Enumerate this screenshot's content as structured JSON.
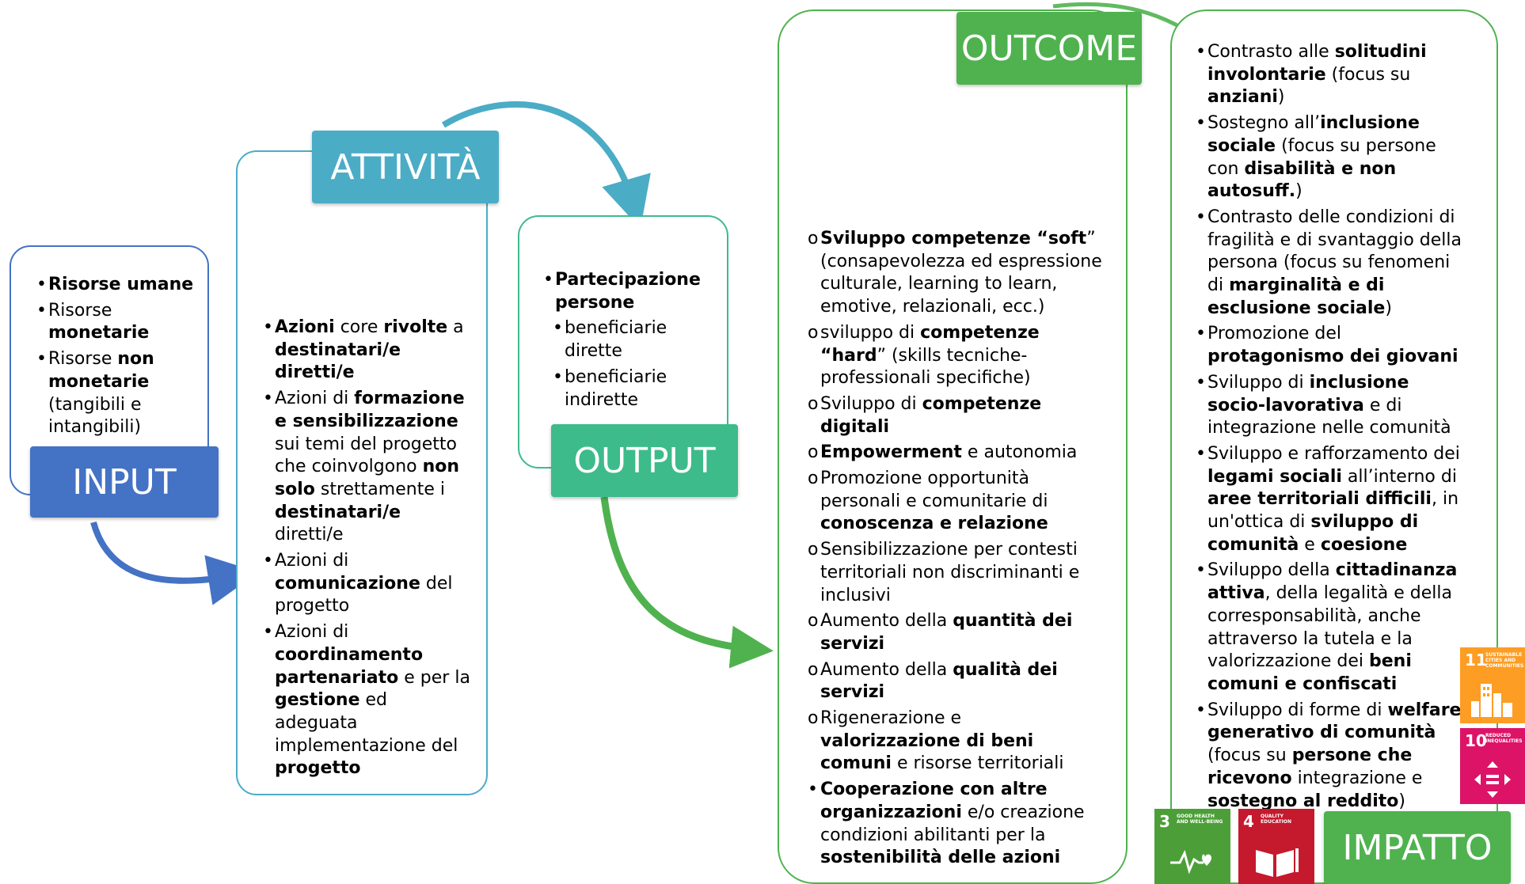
{
  "headers": {
    "input": "INPUT",
    "attivita": "ATTIVITÀ",
    "output": "OUTPUT",
    "outcome": "OUTCOME",
    "impatto": "IMPATTO"
  },
  "colors": {
    "input": "#4472c4",
    "attivita": "#4bacc6",
    "output": "#3dbb8b",
    "outcome": "#4fb24f",
    "impatto": "#4fb24f"
  },
  "input_items": [
    [
      [
        "Risorse umane",
        true
      ]
    ],
    [
      [
        "Risorse ",
        false
      ],
      [
        "monetarie",
        true
      ]
    ],
    [
      [
        "Risorse ",
        false
      ],
      [
        "non monetarie",
        true
      ],
      [
        " (tangibili e intangibili)",
        false
      ]
    ]
  ],
  "attivita_items": [
    [
      [
        "Azioni",
        true
      ],
      [
        " core ",
        false
      ],
      [
        "rivolte",
        true
      ],
      [
        " a ",
        false
      ],
      [
        "destinatari/e diretti/e",
        true
      ]
    ],
    [
      [
        "Azioni di ",
        false
      ],
      [
        "formazione e sensibilizzazione",
        true
      ],
      [
        " sui temi del progetto che coinvolgono ",
        false
      ],
      [
        "non solo",
        true
      ],
      [
        " strettamente i ",
        false
      ],
      [
        "destinatari/e",
        true
      ],
      [
        " diretti/e",
        false
      ]
    ],
    [
      [
        "Azioni di ",
        false
      ],
      [
        "comunicazione",
        true
      ],
      [
        " del progetto",
        false
      ]
    ],
    [
      [
        "Azioni di ",
        false
      ],
      [
        "coordinamento partenariato",
        true
      ],
      [
        " e per la ",
        false
      ],
      [
        "gestione",
        true
      ],
      [
        " ed adeguata implementazione del ",
        false
      ],
      [
        "progetto",
        true
      ]
    ]
  ],
  "output_items": [
    [
      [
        "Partecipazione persone",
        true
      ]
    ]
  ],
  "output_subitems": [
    [
      [
        "beneficiarie dirette",
        false
      ]
    ],
    [
      [
        "beneficiarie indirette",
        false
      ]
    ]
  ],
  "outcome_items": [
    [
      "o",
      [
        [
          "Sviluppo competenze “soft",
          true
        ],
        [
          "” (consapevolezza ed espressione culturale, learning to learn, emotive, relazionali, ecc.)",
          false
        ]
      ]
    ],
    [
      "o",
      [
        [
          "sviluppo di ",
          false
        ],
        [
          "competenze “hard",
          true
        ],
        [
          "” (skills tecniche-professionali specifiche)",
          false
        ]
      ]
    ],
    [
      "o",
      [
        [
          "Sviluppo di ",
          false
        ],
        [
          "competenze digitali",
          true
        ]
      ]
    ],
    [
      "o",
      [
        [
          "Empowerment",
          true
        ],
        [
          " e autonomia",
          false
        ]
      ]
    ],
    [
      "o",
      [
        [
          "Promozione opportunità personali e comunitarie di ",
          false
        ],
        [
          "conoscenza e relazione",
          true
        ]
      ]
    ],
    [
      "o",
      [
        [
          "Sensibilizzazione per contesti territoriali non discriminanti e inclusivi",
          false
        ]
      ]
    ],
    [
      "o",
      [
        [
          "Aumento della ",
          false
        ],
        [
          "quantità dei servizi",
          true
        ]
      ]
    ],
    [
      "o",
      [
        [
          "Aumento della ",
          false
        ],
        [
          "qualità dei servizi",
          true
        ]
      ]
    ],
    [
      "o",
      [
        [
          "Rigenerazione e ",
          false
        ],
        [
          "valorizzazione di beni comuni",
          true
        ],
        [
          " e risorse territoriali",
          false
        ]
      ]
    ],
    [
      "•",
      [
        [
          "Cooperazione con altre organizzazioni",
          true
        ],
        [
          " e/o creazione condizioni abilitanti per la ",
          false
        ],
        [
          "sostenibilità delle azioni",
          true
        ]
      ]
    ]
  ],
  "impatto_items": [
    [
      [
        "Contrasto alle ",
        false
      ],
      [
        "solitudini involontarie",
        true
      ],
      [
        " (focus su ",
        false
      ],
      [
        "anziani",
        true
      ],
      [
        ")",
        false
      ]
    ],
    [
      [
        "Sostegno all’",
        false
      ],
      [
        "inclusione sociale",
        true
      ],
      [
        " (focus su persone con ",
        false
      ],
      [
        "disabilità e non autosuff.",
        true
      ],
      [
        ")",
        false
      ]
    ],
    [
      [
        "Contrasto delle condizioni di fragilità e di svantaggio della persona (focus su fenomeni di ",
        false
      ],
      [
        "marginalità e di esclusione sociale",
        true
      ],
      [
        ")",
        false
      ]
    ],
    [
      [
        "Promozione del ",
        false
      ],
      [
        "protagonismo dei giovani",
        true
      ]
    ],
    [
      [
        "Sviluppo di ",
        false
      ],
      [
        "inclusione socio-lavorativa",
        true
      ],
      [
        " e di integrazione nelle comunità",
        false
      ]
    ],
    [
      [
        "Sviluppo e rafforzamento dei ",
        false
      ],
      [
        "legami sociali",
        true
      ],
      [
        " all’interno di ",
        false
      ],
      [
        "aree territoriali difficili",
        true
      ],
      [
        ", in un'ottica di ",
        false
      ],
      [
        "sviluppo di comunità",
        true
      ],
      [
        " e ",
        false
      ],
      [
        "coesione",
        true
      ]
    ],
    [
      [
        "Sviluppo della ",
        false
      ],
      [
        "cittadinanza attiva",
        true
      ],
      [
        ", della legalità e della corresponsabilità, anche attraverso la tutela e la valorizzazione dei ",
        false
      ],
      [
        "beni comuni e confiscati",
        true
      ]
    ],
    [
      [
        "Sviluppo di forme di ",
        false
      ],
      [
        "welfare generativo di comunità",
        true
      ],
      [
        " (focus su ",
        false
      ],
      [
        "persone che ricevono",
        true
      ],
      [
        " integrazione e ",
        false
      ],
      [
        "sostegno al reddito",
        true
      ],
      [
        ")",
        false
      ]
    ]
  ],
  "sdg": [
    {
      "id": "sdg3",
      "number": "3",
      "title": "GOOD HEALTH AND WELL-BEING",
      "color": "#4c9f38",
      "icon": "heartbeat-icon"
    },
    {
      "id": "sdg4",
      "number": "4",
      "title": "QUALITY EDUCATION",
      "color": "#c5192d",
      "icon": "book-icon"
    },
    {
      "id": "sdg10",
      "number": "10",
      "title": "REDUCED INEQUALITIES",
      "color": "#dd1367",
      "icon": "arrows-icon"
    },
    {
      "id": "sdg11",
      "number": "11",
      "title": "SUSTAINABLE CITIES AND COMMUNITIES",
      "color": "#fd9d24",
      "icon": "city-icon"
    }
  ]
}
